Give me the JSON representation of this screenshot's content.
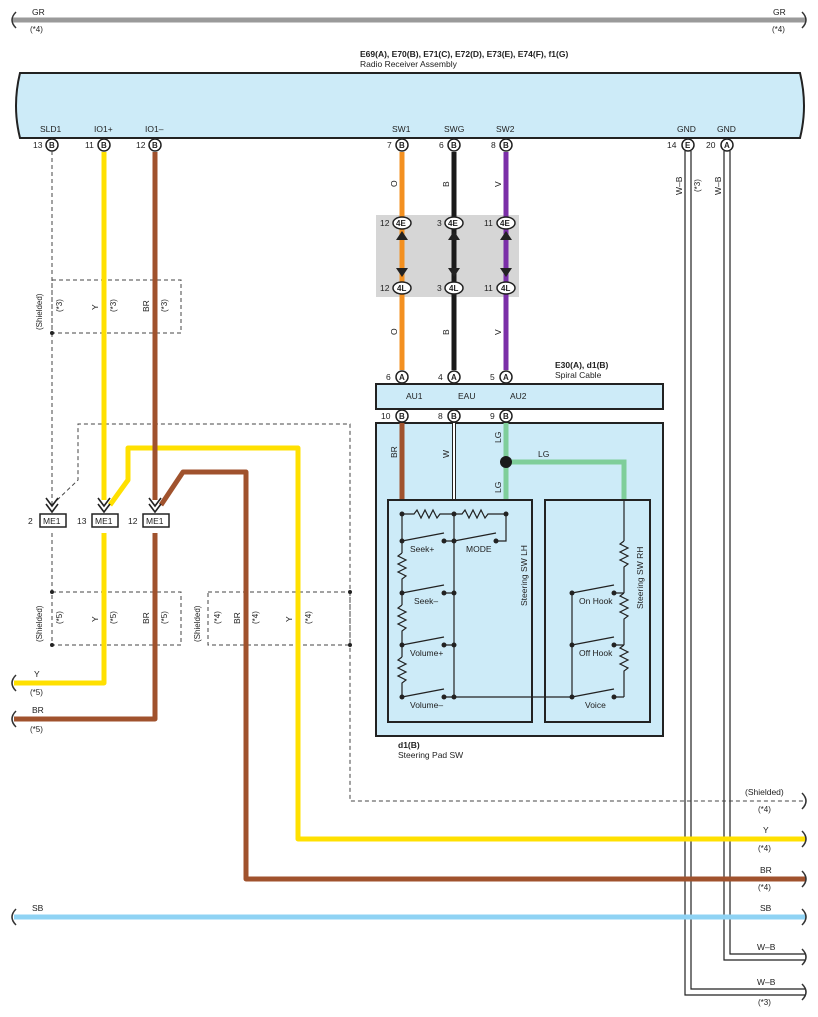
{
  "colors": {
    "gray": "#9a9a9a",
    "yellow": "#ffe000",
    "brown": "#a0522d",
    "orange": "#f39020",
    "black": "#1a1a1a",
    "violet": "#7b2fa8",
    "light_green": "#7fce9a",
    "sky_blue": "#8fd3f4",
    "component_fill": "#cdebf8",
    "junction_fill": "#d6d6d6"
  },
  "top_wire": {
    "left_color": "GR",
    "left_note": "(*4)",
    "right_color": "GR",
    "right_note": "(*4)"
  },
  "radio": {
    "connectors": "E69(A), E70(B), E71(C), E72(D), E73(E), E74(F), f1(G)",
    "name": "Radio Receiver Assembly",
    "pins": [
      {
        "label": "SLD1",
        "num": "13",
        "conn": "B"
      },
      {
        "label": "IO1+",
        "num": "11",
        "conn": "B"
      },
      {
        "label": "IO1–",
        "num": "12",
        "conn": "B"
      },
      {
        "label": "SW1",
        "num": "7",
        "conn": "B"
      },
      {
        "label": "SWG",
        "num": "6",
        "conn": "B"
      },
      {
        "label": "SW2",
        "num": "8",
        "conn": "B"
      },
      {
        "label": "GND",
        "num": "14",
        "conn": "E"
      },
      {
        "label": "GND",
        "num": "20",
        "conn": "A"
      }
    ]
  },
  "gnd_wires": {
    "e_color": "W–B",
    "e_note": "(*3)",
    "a_color": "W–B"
  },
  "junction": {
    "top": [
      {
        "num": "12",
        "conn": "4E"
      },
      {
        "num": "3",
        "conn": "4E"
      },
      {
        "num": "11",
        "conn": "4E"
      }
    ],
    "bottom": [
      {
        "num": "12",
        "conn": "4L"
      },
      {
        "num": "3",
        "conn": "4L"
      },
      {
        "num": "11",
        "conn": "4L"
      }
    ]
  },
  "wire_colors": {
    "sw1": "O",
    "swg": "B",
    "sw2": "V",
    "br": "BR",
    "w": "W",
    "lg": "LG",
    "y": "Y"
  },
  "spiral": {
    "connectors": "E30(A), d1(B)",
    "name": "Spiral Cable",
    "top_pins": [
      {
        "num": "6",
        "conn": "A"
      },
      {
        "num": "4",
        "conn": "A"
      },
      {
        "num": "5",
        "conn": "A"
      }
    ],
    "labels": [
      "AU1",
      "EAU",
      "AU2"
    ],
    "bottom_pins": [
      {
        "num": "10",
        "conn": "B"
      },
      {
        "num": "8",
        "conn": "B"
      },
      {
        "num": "9",
        "conn": "B"
      }
    ]
  },
  "pad": {
    "connector": "d1(B)",
    "name": "Steering Pad SW",
    "lh_title": "Steering SW LH",
    "rh_title": "Steering SW RH",
    "lh_switches": [
      "Seek+",
      "MODE",
      "Seek–",
      "Volume+",
      "Volume–"
    ],
    "rh_switches": [
      "On Hook",
      "Off Hook",
      "Voice"
    ]
  },
  "me1": [
    {
      "num": "2",
      "conn": "ME1"
    },
    {
      "num": "13",
      "conn": "ME1"
    },
    {
      "num": "12",
      "conn": "ME1"
    }
  ],
  "shield_labels": {
    "shielded": "(Shielded)",
    "n3": "(*3)",
    "n4": "(*4)",
    "n5": "(*5)"
  },
  "left_outputs": [
    {
      "color": "Y",
      "note": "(*5)"
    },
    {
      "color": "BR",
      "note": "(*5)"
    },
    {
      "color": "SB"
    }
  ],
  "right_outputs": [
    {
      "color": "(Shielded)",
      "note": "(*4)"
    },
    {
      "color": "Y",
      "note": "(*4)"
    },
    {
      "color": "BR",
      "note": "(*4)"
    },
    {
      "color": "SB"
    },
    {
      "color": "W–B"
    },
    {
      "color": "W–B",
      "note": "(*3)"
    }
  ]
}
